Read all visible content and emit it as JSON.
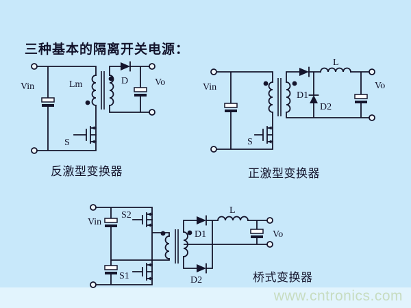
{
  "title": "三种基本的隔离开关电源：",
  "watermark": "www.cntronics.com",
  "colors": {
    "background": "#c8e8fa",
    "footer_strip": "#e2f4fd",
    "line": "#14142b",
    "watermark_text": "#c7dcc0"
  },
  "circuits": {
    "flyback": {
      "caption": "反激型变换器",
      "labels": {
        "vin": "Vin",
        "lm": "Lm",
        "s": "S",
        "d": "D",
        "vo": "Vo"
      }
    },
    "forward": {
      "caption": "正激型变换器",
      "labels": {
        "vin": "Vin",
        "s": "S",
        "d1": "D1",
        "d2": "D2",
        "l": "L",
        "vo": "Vo"
      }
    },
    "bridge": {
      "caption": "桥式变换器",
      "labels": {
        "vin": "Vin",
        "s2": "S2",
        "s1": "S1",
        "d1": "D1",
        "d2": "D2",
        "l": "L",
        "vo": "Vo"
      }
    }
  }
}
